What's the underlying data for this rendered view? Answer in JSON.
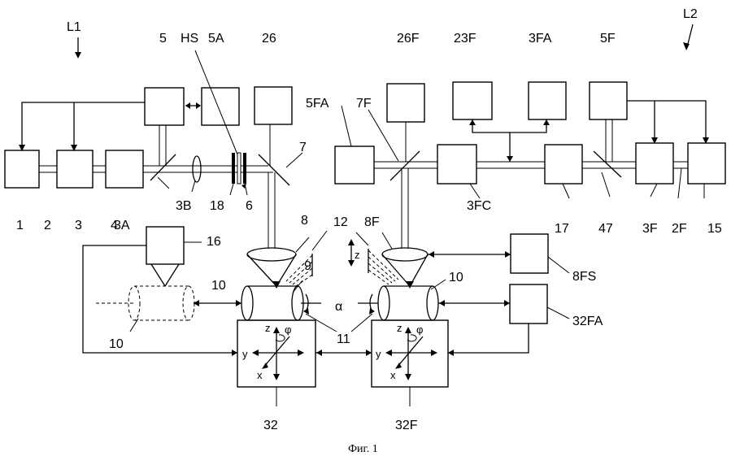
{
  "labels": {
    "L1": "L1",
    "L2": "L2",
    "b1": "1",
    "b2": "2",
    "b3": "3",
    "b3A": "3A",
    "b3B": "3B",
    "b4": "4",
    "b5": "5",
    "b5A": "5A",
    "HS": "HS",
    "b26": "26",
    "b7": "7",
    "b18": "18",
    "b6": "6",
    "b8": "8",
    "b9": "9",
    "b12": "12",
    "b16": "16",
    "b10_left": "10",
    "b10_mid": "10",
    "b10_right": "10",
    "b11": "11",
    "alpha": "α",
    "b32": "32",
    "b32F": "32F",
    "b26F": "26F",
    "b23F": "23F",
    "b3FA": "3FA",
    "b5F": "5F",
    "b5FA": "5FA",
    "b7F": "7F",
    "b3FC": "3FC",
    "b17": "17",
    "b47": "47",
    "b3F": "3F",
    "b2F": "2F",
    "b15": "15",
    "b8F": "8F",
    "b8FS": "8FS",
    "b32FA": "32FA",
    "z_mid": "z",
    "axis_z": "z",
    "axis_y": "y",
    "axis_x": "x",
    "axis_phi": "φ",
    "caption": "Фиг. 1"
  }
}
